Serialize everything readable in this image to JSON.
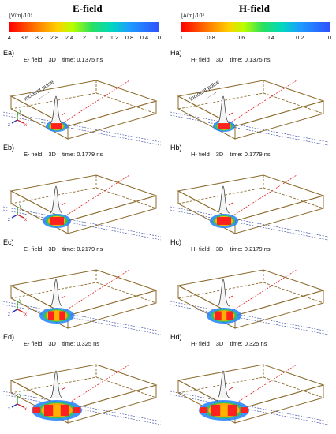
{
  "columns": [
    {
      "title": "E-field",
      "colorbar": {
        "unit": "[V/m]·10⁵",
        "ticks": [
          "4",
          "3.6",
          "3.2",
          "2.8",
          "2.4",
          "2",
          "1.6",
          "1.2",
          "0.8",
          "0.4",
          "0"
        ]
      },
      "panels": [
        {
          "label": "Ea)",
          "field": "E- field",
          "mode": "3D",
          "time": "time: 0.1375 ns",
          "annotation": "Incident pulse",
          "stage": 0
        },
        {
          "label": "Eb)",
          "field": "E- field",
          "mode": "3D",
          "time": "time: 0.1779 ns",
          "stage": 1
        },
        {
          "label": "Ec)",
          "field": "E- field",
          "mode": "3D",
          "time": "time: 0.2179 ns",
          "stage": 2
        },
        {
          "label": "Ed)",
          "field": "E- field",
          "mode": "3D",
          "time": "time: 0.325 ns",
          "stage": 3
        }
      ]
    },
    {
      "title": "H-field",
      "colorbar": {
        "unit": "[A/m]·10³",
        "ticks": [
          "1",
          "0.8",
          "0.6",
          "0.4",
          "0.2",
          "0"
        ]
      },
      "panels": [
        {
          "label": "Ha)",
          "field": "H- field",
          "mode": "3D",
          "time": "time: 0.1375 ns",
          "annotation": "Incident pulse",
          "stage": 0
        },
        {
          "label": "Hb)",
          "field": "H- field",
          "mode": "3D",
          "time": "time: 0.1779 ns",
          "stage": 1
        },
        {
          "label": "Hc)",
          "field": "H- field",
          "mode": "3D",
          "time": "time: 0.2179 ns",
          "stage": 2
        },
        {
          "label": "Hd)",
          "field": "H- field",
          "mode": "3D",
          "time": "time: 0.325 ns",
          "stage": 3
        }
      ]
    }
  ],
  "axes": {
    "x": "x",
    "y": "y",
    "z": "z"
  },
  "colors": {
    "box": "#8b6a2b",
    "red_line": "#e02020",
    "blue_line": "#2a3f9a",
    "hot": "#ff2020",
    "warm": "#ffb000",
    "mid": "#30c850",
    "cool": "#2080ff"
  }
}
